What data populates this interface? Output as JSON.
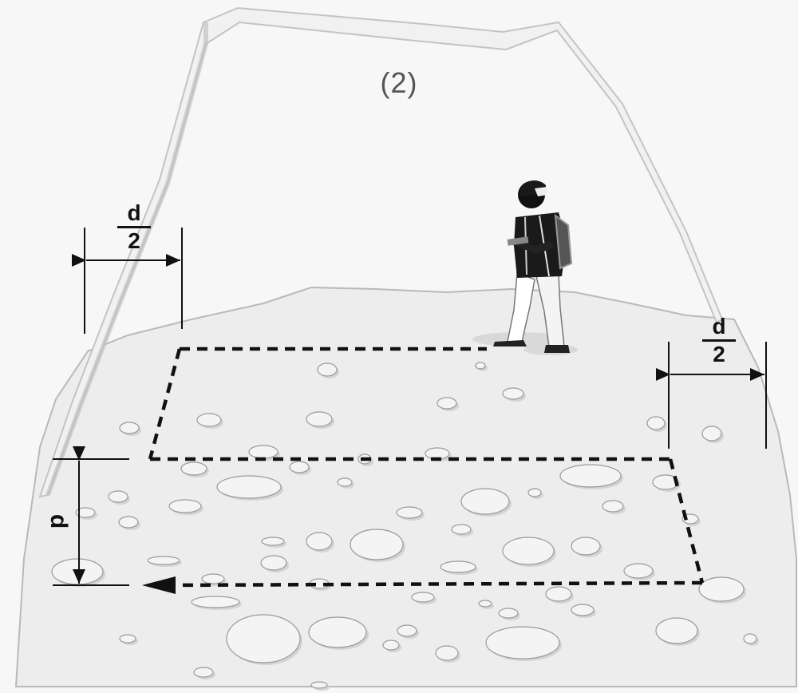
{
  "figure_label": "(2)",
  "dimension_labels": {
    "left_half": {
      "numerator": "d",
      "denominator": "2"
    },
    "right_half": {
      "numerator": "d",
      "denominator": "2"
    },
    "side": "d"
  },
  "colors": {
    "background": "#f7f7f7",
    "ground": "#ededed",
    "stone": "#d3d3d3",
    "line": "#111111"
  },
  "icons": {
    "walker": "person-with-backpack-icon",
    "direction": "arrow-left-icon"
  }
}
